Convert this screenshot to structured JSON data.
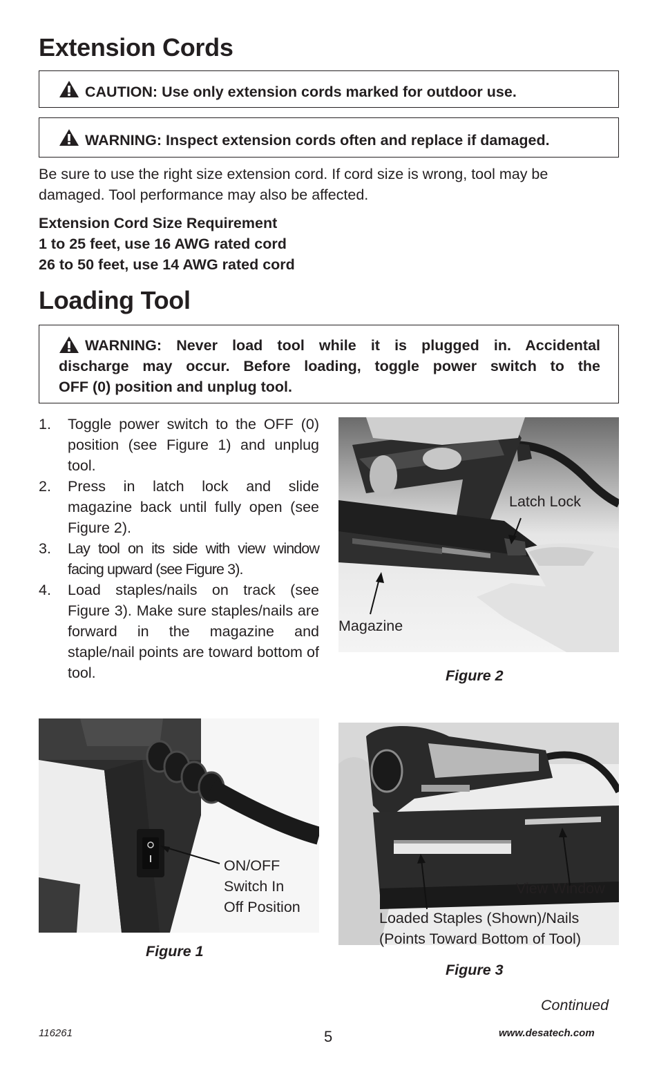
{
  "extension": {
    "heading": "Extension Cords",
    "caution": "CAUTION: Use only extension cords marked for outdoor use.",
    "warning": "WARNING: Inspect extension cords often and replace if damaged.",
    "body_line1": "Be sure to use the right size extension cord. If cord size is wrong, tool may be",
    "body_line2": "damaged. Tool performance may also be affected.",
    "req_title": "Extension Cord Size Requirement",
    "req_1": "1 to 25 feet, use 16 AWG rated cord",
    "req_2": "26 to 50 feet, use 14 AWG rated cord"
  },
  "loading": {
    "heading": "Loading Tool",
    "warning_line1": "WARNING: Never load tool while it is plugged in. Accidental",
    "warning_line2": "discharge may occur. Before loading, toggle power switch to the",
    "warning_line3": "OFF (0) position and unplug tool.",
    "steps": [
      {
        "num": "1.",
        "text": "Toggle power switch to the OFF (0) position (see Figure 1) and unplug tool."
      },
      {
        "num": "2.",
        "text": "Press in latch lock and slide magazine back until fully open (see Figure 2)."
      },
      {
        "num": "3.",
        "text": "Lay tool on its side with view window facing upward (see Figure 3)."
      },
      {
        "num": "4.",
        "text": "Load staples/nails on track (see Figure 3). Make sure staples/nails are forward in the magazine and staple/nail points are toward bottom of tool."
      }
    ]
  },
  "figures": {
    "fig1": {
      "caption": "Figure 1",
      "label_1": "ON/OFF",
      "label_2": "Switch In",
      "label_3": "Off Position"
    },
    "fig2": {
      "caption": "Figure 2",
      "latch_label": "Latch Lock",
      "magazine_label": "Magazine"
    },
    "fig3": {
      "caption": "Figure 3",
      "view_label": "View Window",
      "staples_label_1": "Loaded Staples (Shown)/Nails",
      "staples_label_2": "(Points Toward Bottom of Tool)"
    }
  },
  "footer": {
    "continued": "Continued",
    "doc_number": "116261",
    "page_number": "5",
    "website": "www.desatech.com"
  },
  "icons": {
    "warning": "warning-triangle-icon"
  }
}
